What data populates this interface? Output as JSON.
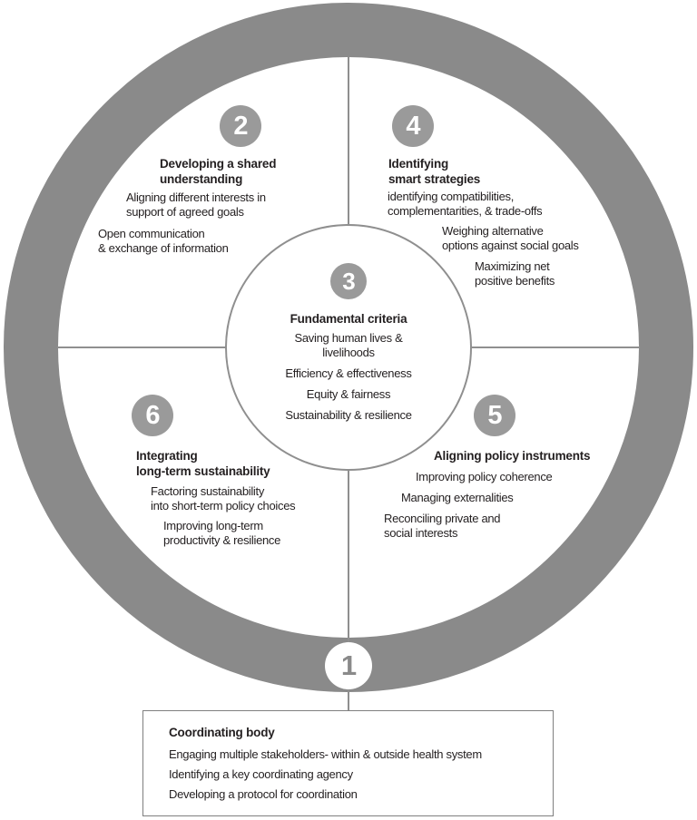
{
  "colors": {
    "ring": "#8a8a8a",
    "badge_fill": "#9a9a9a",
    "badge_number": "#ffffff",
    "step1_number": "#8a8a8a",
    "divider_line": "#8f8f8f",
    "text": "#231f20"
  },
  "steps": {
    "step1": {
      "number": "1",
      "title": "Coordinating body",
      "items": [
        "Engaging multiple stakeholders- within & outside health system",
        "Identifying a key coordinating agency",
        "Developing a protocol for coordination"
      ]
    },
    "step2": {
      "number": "2",
      "title": "Developing a shared\nunderstanding",
      "items": [
        "Aligning different interests in\nsupport of agreed goals",
        "Open communication\n& exchange of information"
      ]
    },
    "step3": {
      "number": "3",
      "title": "Fundamental criteria",
      "items": [
        "Saving human lives &\nlivelihoods",
        "Efficiency & effectiveness",
        "Equity & fairness",
        "Sustainability & resilience"
      ]
    },
    "step4": {
      "number": "4",
      "title": "Identifying\nsmart strategies",
      "items": [
        "identifying compatibilities,\ncomplementarities, & trade-offs",
        "Weighing alternative\noptions against social goals",
        "Maximizing net\npositive benefits"
      ]
    },
    "step5": {
      "number": "5",
      "title": "Aligning policy instruments",
      "items": [
        "Improving policy coherence",
        "Managing externalities",
        "Reconciling private and\nsocial interests"
      ]
    },
    "step6": {
      "number": "6",
      "title": "Integrating\nlong-term sustainability",
      "items": [
        "Factoring sustainability\ninto short-term policy choices",
        "Improving long-term\nproductivity & resilience"
      ]
    }
  }
}
